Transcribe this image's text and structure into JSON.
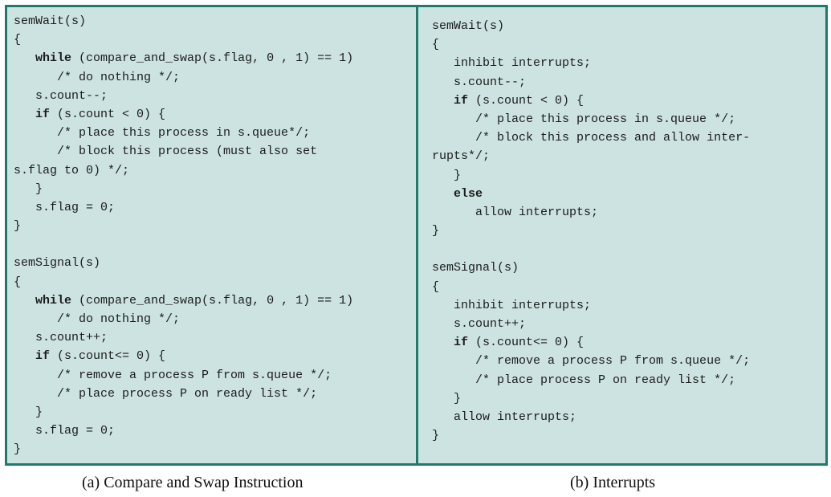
{
  "panel_a": {
    "caption": "(a) Compare and Swap Instruction",
    "lines": [
      {
        "indent": "",
        "kw": "",
        "text": "semWait(s)"
      },
      {
        "indent": "",
        "kw": "",
        "text": "{"
      },
      {
        "indent": "   ",
        "kw": "while",
        "text": " (compare_and_swap(s.flag, 0 , 1) == 1)"
      },
      {
        "indent": "      ",
        "kw": "",
        "text": "/* do nothing */;"
      },
      {
        "indent": "   ",
        "kw": "",
        "text": "s.count--;"
      },
      {
        "indent": "   ",
        "kw": "if",
        "text": " (s.count < 0) {"
      },
      {
        "indent": "      ",
        "kw": "",
        "text": "/* place this process in s.queue*/;"
      },
      {
        "indent": "      ",
        "kw": "",
        "text": "/* block this process (must also set"
      },
      {
        "indent": "",
        "kw": "",
        "text": "s.flag to 0) */;"
      },
      {
        "indent": "   ",
        "kw": "",
        "text": "}"
      },
      {
        "indent": "   ",
        "kw": "",
        "text": "s.flag = 0;"
      },
      {
        "indent": "",
        "kw": "",
        "text": "}"
      },
      {
        "indent": "",
        "kw": "",
        "text": ""
      },
      {
        "indent": "",
        "kw": "",
        "text": "semSignal(s)"
      },
      {
        "indent": "",
        "kw": "",
        "text": "{"
      },
      {
        "indent": "   ",
        "kw": "while",
        "text": " (compare_and_swap(s.flag, 0 , 1) == 1)"
      },
      {
        "indent": "      ",
        "kw": "",
        "text": "/* do nothing */;"
      },
      {
        "indent": "   ",
        "kw": "",
        "text": "s.count++;"
      },
      {
        "indent": "   ",
        "kw": "if",
        "text": " (s.count<= 0) {"
      },
      {
        "indent": "      ",
        "kw": "",
        "text": "/* remove a process P from s.queue */;"
      },
      {
        "indent": "      ",
        "kw": "",
        "text": "/* place process P on ready list */;"
      },
      {
        "indent": "   ",
        "kw": "",
        "text": "}"
      },
      {
        "indent": "   ",
        "kw": "",
        "text": "s.flag = 0;"
      },
      {
        "indent": "",
        "kw": "",
        "text": "}"
      }
    ]
  },
  "panel_b": {
    "caption": "(b) Interrupts",
    "lines": [
      {
        "indent": "",
        "kw": "",
        "text": "semWait(s)"
      },
      {
        "indent": "",
        "kw": "",
        "text": "{"
      },
      {
        "indent": "   ",
        "kw": "",
        "text": "inhibit interrupts;"
      },
      {
        "indent": "   ",
        "kw": "",
        "text": "s.count--;"
      },
      {
        "indent": "   ",
        "kw": "if",
        "text": " (s.count < 0) {"
      },
      {
        "indent": "      ",
        "kw": "",
        "text": "/* place this process in s.queue */;"
      },
      {
        "indent": "      ",
        "kw": "",
        "text": "/* block this process and allow inter-"
      },
      {
        "indent": "",
        "kw": "",
        "text": "rupts*/;"
      },
      {
        "indent": "   ",
        "kw": "",
        "text": "}"
      },
      {
        "indent": "   ",
        "kw": "else",
        "text": ""
      },
      {
        "indent": "      ",
        "kw": "",
        "text": "allow interrupts;"
      },
      {
        "indent": "",
        "kw": "",
        "text": "}"
      },
      {
        "indent": "",
        "kw": "",
        "text": ""
      },
      {
        "indent": "",
        "kw": "",
        "text": "semSignal(s)"
      },
      {
        "indent": "",
        "kw": "",
        "text": "{"
      },
      {
        "indent": "   ",
        "kw": "",
        "text": "inhibit interrupts;"
      },
      {
        "indent": "   ",
        "kw": "",
        "text": "s.count++;"
      },
      {
        "indent": "   ",
        "kw": "if",
        "text": " (s.count<= 0) {"
      },
      {
        "indent": "      ",
        "kw": "",
        "text": "/* remove a process P from s.queue */;"
      },
      {
        "indent": "      ",
        "kw": "",
        "text": "/* place process P on ready list */;"
      },
      {
        "indent": "   ",
        "kw": "",
        "text": "}"
      },
      {
        "indent": "   ",
        "kw": "",
        "text": "allow interrupts;"
      },
      {
        "indent": "",
        "kw": "",
        "text": "}"
      }
    ]
  },
  "colors": {
    "panel_background": "#cde3e2",
    "border": "#1e7a6a"
  }
}
